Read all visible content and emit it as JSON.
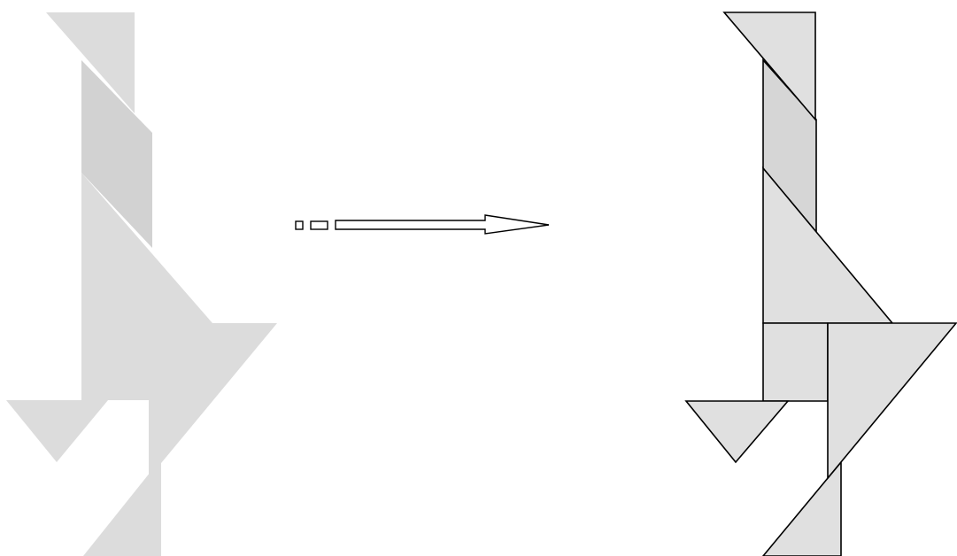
{
  "diagram": {
    "kind": "tangram-puzzle",
    "pieces": [
      "large-triangle-top",
      "parallelogram",
      "large-triangle-middle",
      "square",
      "large-triangle-right",
      "small-triangle-left",
      "small-triangle-bottom"
    ]
  },
  "colors": {
    "background": "#ffffff",
    "silhouette_fill": "#dcdcdc",
    "silhouette_overlap": "#d2d2d2",
    "solved_fill": "#e0e0e0",
    "solved_overlap": "#d4d4d4",
    "outline": "#000000",
    "arrow_fill": "#ffffff"
  }
}
